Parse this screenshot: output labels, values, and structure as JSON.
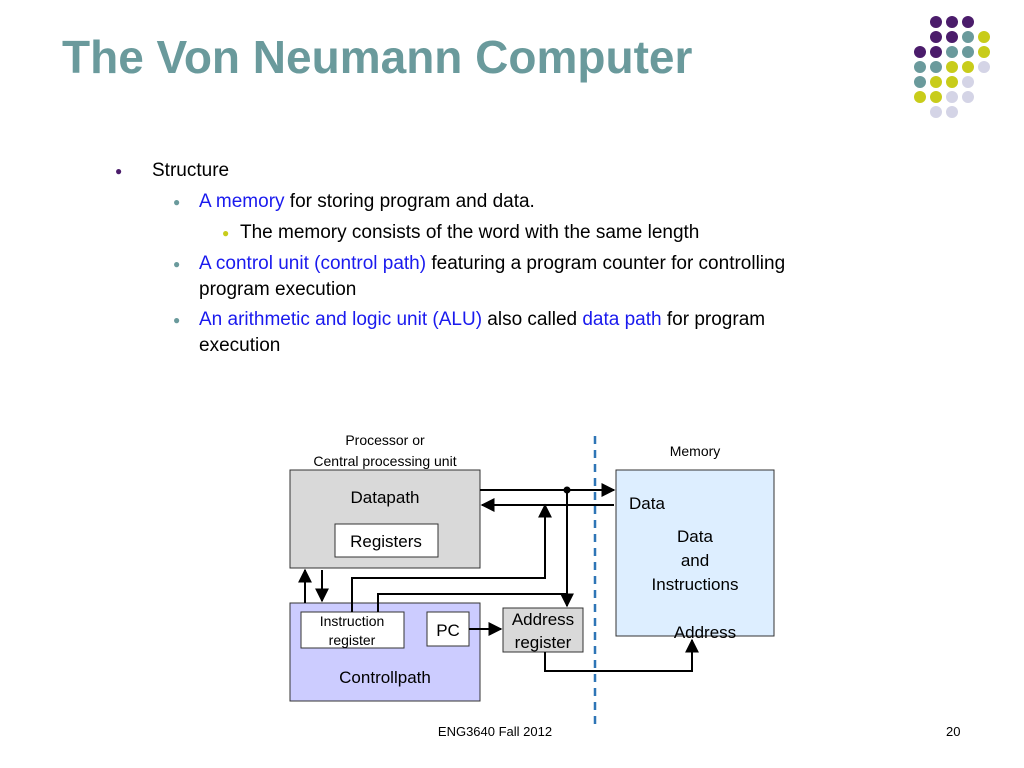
{
  "slide": {
    "title": "The Von Neumann Computer",
    "footer": "ENG3640 Fall 2012",
    "page_number": "20"
  },
  "bullets": {
    "b1": "Structure",
    "b2_hl": "A memory",
    "b2_rest": " for storing program and data.",
    "b3": "The memory consists of the word with the same length",
    "b4_hl": "A control unit (control path)",
    "b4_rest": " featuring a program counter  for controlling",
    "b4_cont": "program execution",
    "b5_hl": "An arithmetic and logic unit (ALU)",
    "b5_mid": " also called ",
    "b5_hl2": "data path",
    "b5_rest": "  for program",
    "b5_cont": "execution"
  },
  "diagram": {
    "cpu_label_1": "Processor or",
    "cpu_label_2": "Central processing unit",
    "memory_label": "Memory",
    "datapath": "Datapath",
    "registers": "Registers",
    "controlpath": "Controllpath",
    "instruction_register_1": "Instruction",
    "instruction_register_2": "register",
    "pc": "PC",
    "address_register_1": "Address",
    "address_register_2": "register",
    "mem_data": "Data",
    "mem_content_1": "Data",
    "mem_content_2": "and",
    "mem_content_3": "Instructions",
    "mem_address": "Address"
  },
  "colors": {
    "title": "#6a9a9c",
    "highlight_text": "#1a1aee",
    "datapath_fill": "#d9d9d9",
    "controlpath_fill": "#ccccff",
    "memory_fill": "#ddeeff",
    "divider": "#2e75b6"
  }
}
